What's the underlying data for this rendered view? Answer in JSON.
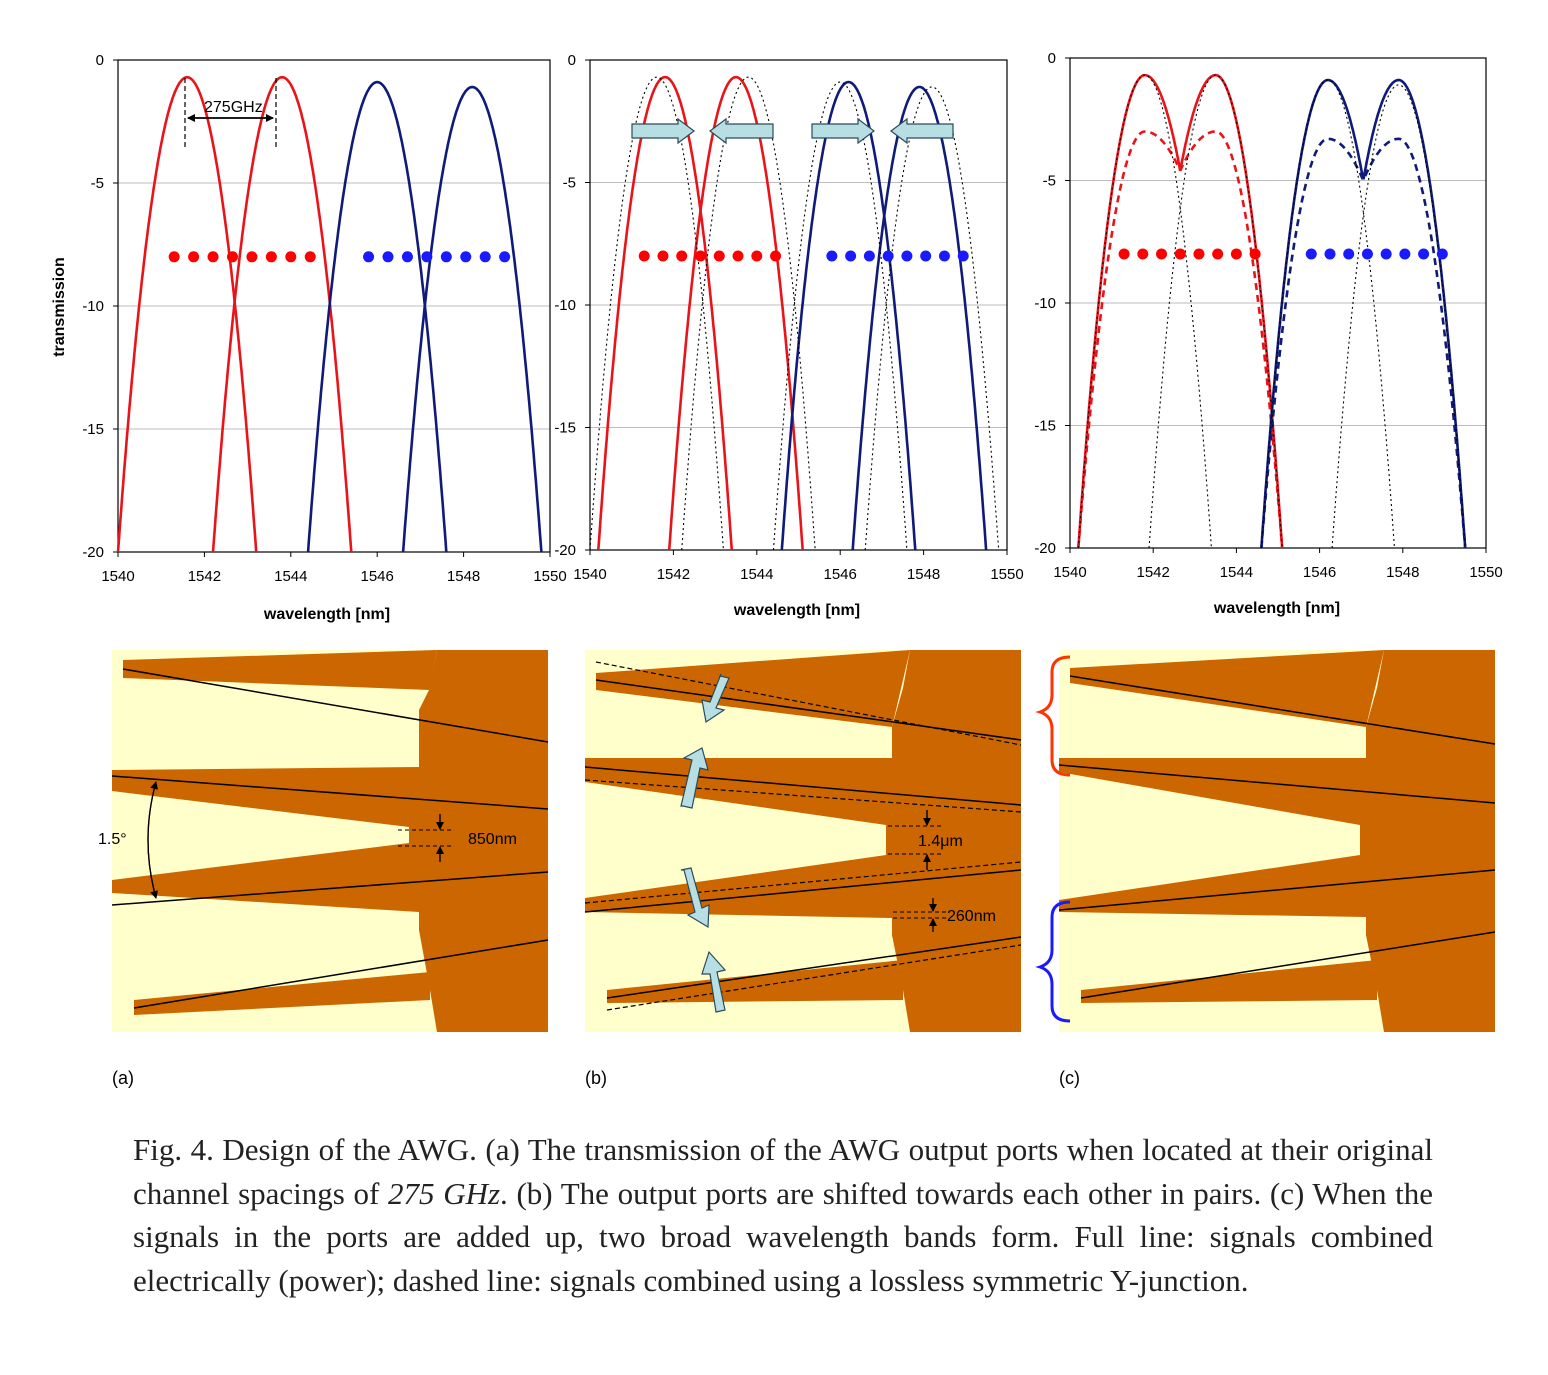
{
  "colors": {
    "red": "#e8141a",
    "navy": "#101a78",
    "dot_red": "#ff0000",
    "dot_blue": "#1a1aff",
    "substrate": "#ffffcc",
    "waveguide": "#cc6600",
    "arrow_fill": "#b7dfe3"
  },
  "chart_data": [
    {
      "type": "line",
      "panel": "a",
      "xlabel": "wavelength [nm]",
      "ylabel": "transmission",
      "xlim": [
        1540,
        1550
      ],
      "ylim": [
        -20,
        0
      ],
      "xticks": [
        "1540",
        "1542",
        "1544",
        "1546",
        "1548",
        "1550"
      ],
      "yticks": [
        "0",
        "-5",
        "-10",
        "-15",
        "-20"
      ],
      "grid": "horizontal",
      "series": [
        {
          "color": "red",
          "style": "solid",
          "center": 1541.6,
          "peak": -0.7,
          "x": [
            1540,
            1541.6,
            1543.2
          ],
          "y": [
            -20,
            -0.7,
            -20
          ]
        },
        {
          "color": "red",
          "style": "solid",
          "center": 1543.8,
          "peak": -0.7,
          "x": [
            1542.2,
            1543.8,
            1545.4
          ],
          "y": [
            -20,
            -0.7,
            -20
          ]
        },
        {
          "color": "navy",
          "style": "solid",
          "center": 1546.0,
          "peak": -0.9,
          "x": [
            1544.4,
            1546.0,
            1547.6
          ],
          "y": [
            -20,
            -0.9,
            -20
          ]
        },
        {
          "color": "navy",
          "style": "solid",
          "center": 1548.2,
          "peak": -1.1,
          "x": [
            1546.6,
            1548.2,
            1549.8
          ],
          "y": [
            -20,
            -1.1,
            -20
          ]
        },
        {
          "color": "dot_red",
          "style": "markers",
          "x": [
            1541.3,
            1541.75,
            1542.2,
            1542.65,
            1543.1,
            1543.55,
            1544.0,
            1544.45
          ],
          "y": [
            -8,
            -8,
            -8,
            -8,
            -8,
            -8,
            -8,
            -8
          ]
        },
        {
          "color": "dot_blue",
          "style": "markers",
          "x": [
            1545.8,
            1546.25,
            1546.7,
            1547.15,
            1547.6,
            1548.05,
            1548.5,
            1548.95
          ],
          "y": [
            -8,
            -8,
            -8,
            -8,
            -8,
            -8,
            -8,
            -8
          ]
        }
      ],
      "annotations": [
        {
          "text": "275GHz",
          "x": 1542.7,
          "y": -2.4
        }
      ]
    },
    {
      "type": "line",
      "panel": "b",
      "xlabel": "wavelength [nm]",
      "ylabel": "",
      "xlim": [
        1540,
        1550
      ],
      "ylim": [
        -20,
        0
      ],
      "xticks": [
        "1540",
        "1542",
        "1544",
        "1546",
        "1548",
        "1550"
      ],
      "yticks": [
        "0",
        "-5",
        "-10",
        "-15",
        "-20"
      ],
      "grid": "horizontal",
      "series": [
        {
          "color": "red",
          "style": "solid",
          "center": 1541.8,
          "peak": -0.7
        },
        {
          "color": "red",
          "style": "solid",
          "center": 1543.5,
          "peak": -0.7
        },
        {
          "color": "navy",
          "style": "solid",
          "center": 1546.2,
          "peak": -0.9
        },
        {
          "color": "navy",
          "style": "solid",
          "center": 1547.9,
          "peak": -1.1
        },
        {
          "color": "black",
          "style": "dotted",
          "center": 1541.6,
          "peak": -0.7
        },
        {
          "color": "black",
          "style": "dotted",
          "center": 1543.8,
          "peak": -0.7
        },
        {
          "color": "black",
          "style": "dotted",
          "center": 1546.0,
          "peak": -0.9
        },
        {
          "color": "black",
          "style": "dotted",
          "center": 1548.2,
          "peak": -1.1
        },
        {
          "color": "dot_red",
          "style": "markers",
          "x": [
            1541.3,
            1541.75,
            1542.2,
            1542.65,
            1543.1,
            1543.55,
            1544.0,
            1544.45
          ],
          "y": [
            -8,
            -8,
            -8,
            -8,
            -8,
            -8,
            -8,
            -8
          ]
        },
        {
          "color": "dot_blue",
          "style": "markers",
          "x": [
            1545.8,
            1546.25,
            1546.7,
            1547.15,
            1547.6,
            1548.05,
            1548.5,
            1548.95
          ],
          "y": [
            -8,
            -8,
            -8,
            -8,
            -8,
            -8,
            -8,
            -8
          ]
        }
      ]
    },
    {
      "type": "line",
      "panel": "c",
      "xlabel": "wavelength [nm]",
      "ylabel": "",
      "xlim": [
        1540,
        1550
      ],
      "ylim": [
        -20,
        0
      ],
      "xticks": [
        "1540",
        "1542",
        "1544",
        "1546",
        "1548",
        "1550"
      ],
      "yticks": [
        "0",
        "-5",
        "-10",
        "-15",
        "-20"
      ],
      "grid": "horizontal",
      "series": [
        {
          "color": "red",
          "style": "solid",
          "kind": "power-sum",
          "centers": [
            1541.8,
            1543.5
          ],
          "peak": -0.7,
          "dip": -4.6
        },
        {
          "color": "red",
          "style": "dashed",
          "kind": "y-junction",
          "centers": [
            1541.8,
            1543.5
          ],
          "peak": -3.0,
          "dip": -4.6
        },
        {
          "color": "navy",
          "style": "solid",
          "kind": "power-sum",
          "centers": [
            1546.2,
            1547.9
          ],
          "peak": -0.9,
          "dip": -5.0
        },
        {
          "color": "navy",
          "style": "dashed",
          "kind": "y-junction",
          "centers": [
            1546.2,
            1547.9
          ],
          "peak": -3.3,
          "dip": -5.0
        },
        {
          "color": "black",
          "style": "dotted",
          "center": 1541.8,
          "peak": -0.7
        },
        {
          "color": "black",
          "style": "dotted",
          "center": 1543.5,
          "peak": -0.7
        },
        {
          "color": "black",
          "style": "dotted",
          "center": 1546.2,
          "peak": -0.9
        },
        {
          "color": "black",
          "style": "dotted",
          "center": 1547.9,
          "peak": -1.1
        },
        {
          "color": "dot_red",
          "style": "markers",
          "x": [
            1541.3,
            1541.75,
            1542.2,
            1542.65,
            1543.1,
            1543.55,
            1544.0,
            1544.45
          ],
          "y": [
            -8,
            -8,
            -8,
            -8,
            -8,
            -8,
            -8,
            -8
          ]
        },
        {
          "color": "dot_blue",
          "style": "markers",
          "x": [
            1545.8,
            1546.25,
            1546.7,
            1547.15,
            1547.6,
            1548.05,
            1548.5,
            1548.95
          ],
          "y": [
            -8,
            -8,
            -8,
            -8,
            -8,
            -8,
            -8,
            -8
          ]
        }
      ]
    }
  ],
  "labels": {
    "angle": "1.5°",
    "gap_a": "850nm",
    "gap_b1": "1.4μm",
    "gap_b2": "260nm",
    "panel_a": "(a)",
    "panel_b": "(b)",
    "panel_c": "(c)"
  },
  "caption": {
    "part1": "Fig. 4. Design of the AWG. (a) The transmission of the AWG output ports when located at their original channel spacings of ",
    "math": "275 GHz",
    "part2": ". (b) The output ports are shifted towards each other in pairs. (c) When the signals in the ports are added up, two broad wavelength bands form. Full line: signals combined electrically (power); dashed line: signals combined using a lossless symmetric Y-junction."
  }
}
